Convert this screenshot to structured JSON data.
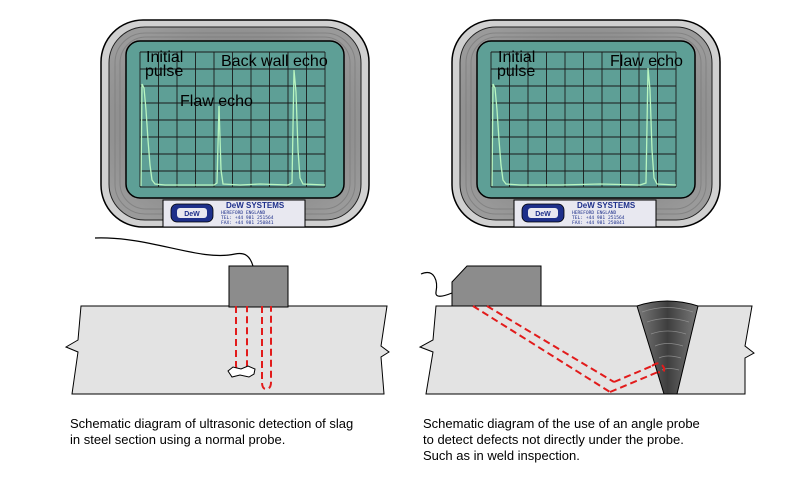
{
  "left_monitor": {
    "label_initial_1": "Initial",
    "label_initial_2": "pulse",
    "label_backwall": "Back wall echo",
    "label_flaw": "Flaw echo",
    "brand_name": "DeW SYSTEMS",
    "brand_line1": "HEREFORD ENGLAND",
    "brand_line2": "TEL: +44 981 251564",
    "brand_line3": "FAX: +44 981 250841",
    "logo_text": "DeW"
  },
  "right_monitor": {
    "label_initial_1": "Initial",
    "label_initial_2": "pulse",
    "label_flaw": "Flaw echo",
    "brand_name": "DeW SYSTEMS",
    "brand_line1": "HEREFORD ENGLAND",
    "brand_line2": "TEL: +44 981 251564",
    "brand_line3": "FAX: +44 981 250841",
    "logo_text": "DeW"
  },
  "captions": {
    "left_line1": "Schematic diagram of ultrasonic detection of slag",
    "left_line2": "in steel section using a normal probe.",
    "right_line1": "Schematic diagram of the use of an angle probe",
    "right_line2": "to detect defects not directly under the probe.",
    "right_line3": "Such as in weld inspection."
  },
  "colors": {
    "screen": "#5e9f96",
    "grid": "#1a1a1a",
    "trace": "#b8f5c0",
    "bezel": "#8a8a8a",
    "probe": "#8c8c8c",
    "steel": "#e3e3e3",
    "beam": "#e21b1b"
  }
}
